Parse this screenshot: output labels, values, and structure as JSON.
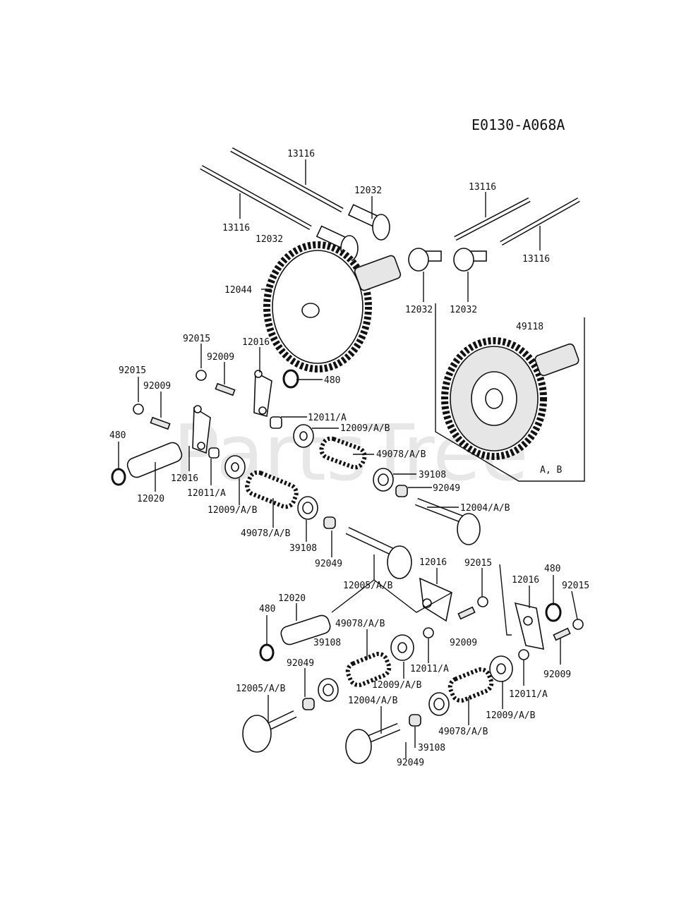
{
  "diagram": {
    "code": "E0130-A068A",
    "watermark": "PartsTree",
    "labels": [
      "13116",
      "13116",
      "13116",
      "13116",
      "12032",
      "12032",
      "12032",
      "12032",
      "12044",
      "49118",
      "A, B",
      "92015",
      "92015",
      "92015",
      "92015",
      "92009",
      "92009",
      "92009",
      "92009",
      "12016",
      "12016",
      "12016",
      "12016",
      "480",
      "480",
      "480",
      "480",
      "12011/A",
      "12011/A",
      "12011/A",
      "12011/A",
      "12009/A/B",
      "12009/A/B",
      "12009/A/B",
      "12009/A/B",
      "49078/A/B",
      "49078/A/B",
      "49078/A/B",
      "49078/A/B",
      "39108",
      "39108",
      "39108",
      "39108",
      "92049",
      "92049",
      "92049",
      "92049",
      "12004/A/B",
      "12004/A/B",
      "12005/A/B",
      "12005/A/B",
      "12020",
      "12020"
    ]
  }
}
